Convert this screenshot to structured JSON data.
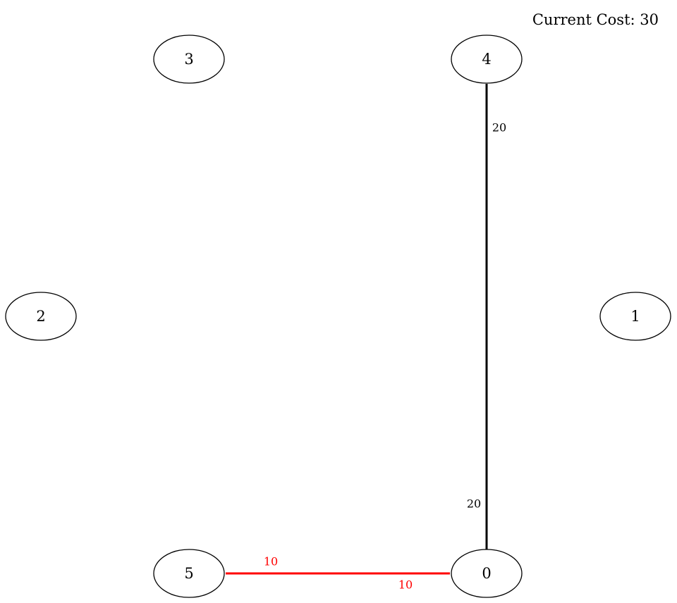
{
  "header": {
    "cost_text": "Current Cost: 30"
  },
  "graph": {
    "nodes": [
      {
        "id": "0",
        "label": "0"
      },
      {
        "id": "1",
        "label": "1"
      },
      {
        "id": "2",
        "label": "2"
      },
      {
        "id": "3",
        "label": "3"
      },
      {
        "id": "4",
        "label": "4"
      },
      {
        "id": "5",
        "label": "5"
      }
    ],
    "edges": [
      {
        "from": "4",
        "to": "0",
        "label_from": "20",
        "label_to": "20",
        "color": "#000000"
      },
      {
        "from": "5",
        "to": "0",
        "label_from": "10",
        "label_to": "10",
        "color": "#ff0000"
      }
    ]
  }
}
